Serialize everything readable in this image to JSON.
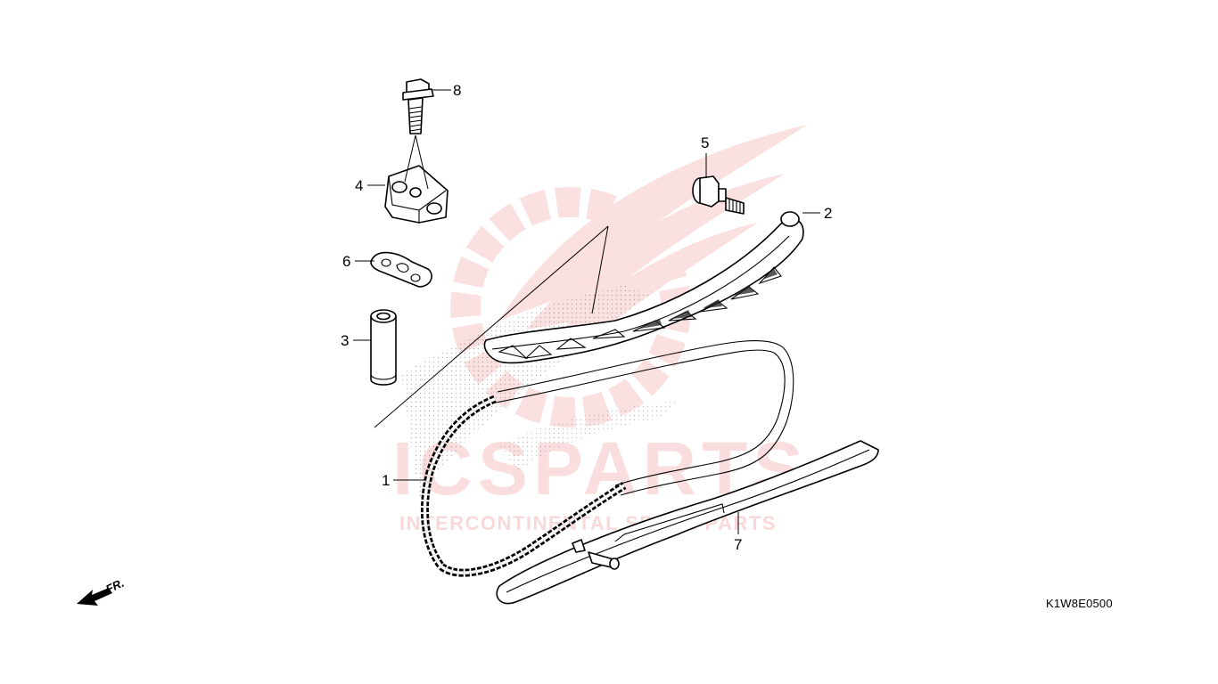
{
  "diagram_code": "K1W8E0500",
  "front_marker": "FR.",
  "watermark": {
    "brand": "ICSPARTS",
    "tagline": "INTERCONTINENTAL SPARE PARTS",
    "color": "#e0161b"
  },
  "callouts": [
    {
      "id": "1"
    },
    {
      "id": "2"
    },
    {
      "id": "3"
    },
    {
      "id": "4"
    },
    {
      "id": "5"
    },
    {
      "id": "6"
    },
    {
      "id": "7"
    },
    {
      "id": "8"
    }
  ]
}
